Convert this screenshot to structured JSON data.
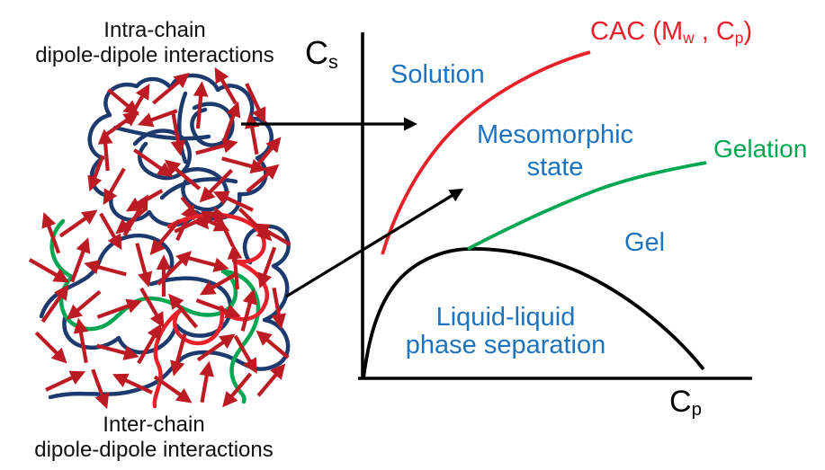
{
  "colors": {
    "region_text_blue": "#1e73be",
    "cac_red": "#e8202a",
    "gelation_green": "#00a651",
    "binodal_black": "#000000",
    "chain_navy": "#1c3a6d",
    "chain_green": "#00a651",
    "chain_red": "#e8202a",
    "dipole_arrow_red": "#bd1b23"
  },
  "illustrations": {
    "intra": {
      "label": [
        "Intra-chain",
        "dipole-dipole interactions"
      ]
    },
    "inter": {
      "label": [
        "Inter-chain",
        "dipole-dipole interactions"
      ]
    }
  },
  "diagram": {
    "axes": {
      "y": {
        "base": "C",
        "sub": "s"
      },
      "x": {
        "base": "C",
        "sub": "p"
      }
    },
    "regions": {
      "solution": "Solution",
      "mesomorphic": [
        "Mesomorphic",
        "state"
      ],
      "gel": "Gel",
      "llps": [
        "Liquid-liquid",
        "phase separation"
      ]
    },
    "curve_labels": {
      "cac": {
        "parts": [
          "CAC (M",
          "w",
          " , C",
          "p",
          ")"
        ]
      },
      "gelation": "Gelation"
    }
  }
}
